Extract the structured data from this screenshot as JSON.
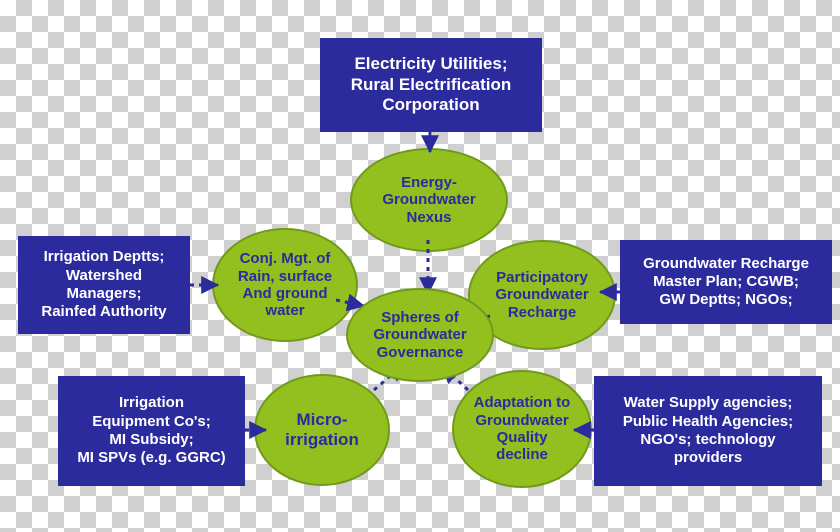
{
  "diagram": {
    "title": "Spheres of Groundwater Governance",
    "colors": {
      "box_fill": "#2b2b9e",
      "box_text": "#ffffff",
      "ellipse_fill": "#93c01f",
      "ellipse_stroke": "#6f9a1a",
      "ellipse_text": "#2b2b9e",
      "connector": "#2b2b9e"
    },
    "center": {
      "label": "Spheres of\nGroundwater\nGovernance"
    },
    "spheres": [
      {
        "id": "energy-groundwater-nexus",
        "label": "Energy-\nGroundwater\nNexus"
      },
      {
        "id": "conjunctive-management",
        "label": "Conj. Mgt. of\nRain, surface\nAnd ground\nwater"
      },
      {
        "id": "participatory-groundwater-recharge",
        "label": "Participatory\nGroundwater\nRecharge"
      },
      {
        "id": "adaptation-to-groundwater-quality-decline",
        "label": "Adaptation to\nGroundwater\nQuality\ndecline"
      },
      {
        "id": "micro-irrigation",
        "label": "Micro-\nirrigation"
      }
    ],
    "actors": [
      {
        "id": "electricity-utilities",
        "label": "Electricity Utilities;\nRural Electrification\nCorporation"
      },
      {
        "id": "irrigation-departments",
        "label": "Irrigation Deptts;\nWatershed\nManagers;\nRainfed Authority"
      },
      {
        "id": "groundwater-recharge-master-plan",
        "label": "Groundwater Recharge\nMaster Plan; CGWB;\nGW Deptts; NGOs;"
      },
      {
        "id": "irrigation-equipment-companies",
        "label": "Irrigation\nEquipment Co's;\nMI Subsidy;\nMI SPVs (e.g. GGRC)"
      },
      {
        "id": "water-supply-agencies",
        "label": "Water Supply agencies;\nPublic Health Agencies;\nNGO's; technology\nproviders"
      }
    ]
  }
}
